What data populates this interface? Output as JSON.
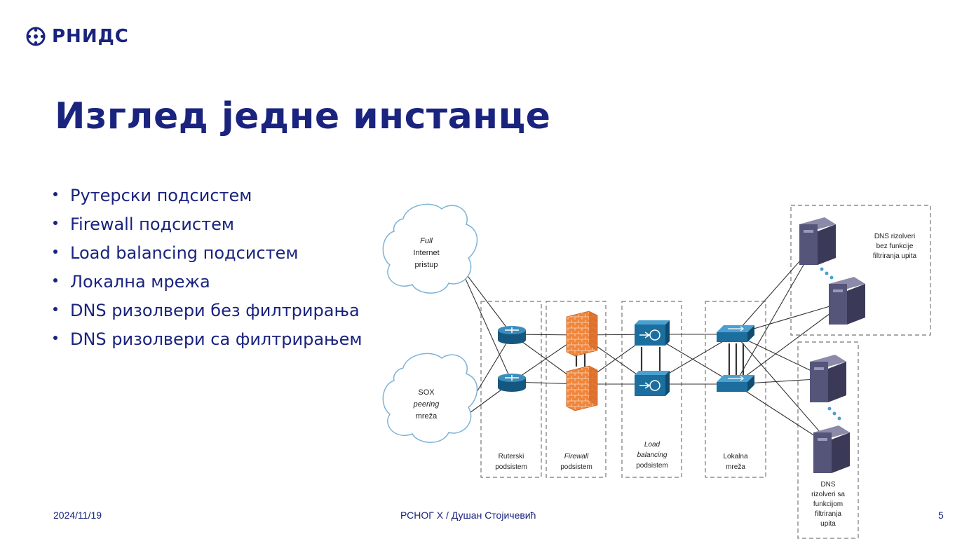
{
  "logo": {
    "text": "РНИДС"
  },
  "title": "Изглед једне инстанце",
  "bullets": [
    "Рутерски подсистем",
    "Firewall подсистем",
    "Load balancing подсистем",
    "Локална мрежа",
    "DNS ризолвери без филтрирања",
    "DNS ризолвери са филтрирањем"
  ],
  "diagram": {
    "cloud_full": [
      "Full",
      "Internet",
      "pristup"
    ],
    "cloud_sox": [
      "SOX",
      "peering",
      "mreža"
    ],
    "box_router": [
      "Ruterski",
      "podsistem"
    ],
    "box_firewall": [
      "Firewall",
      "podsistem"
    ],
    "box_lb": [
      "Load",
      "balancing",
      "podsistem"
    ],
    "box_lan": [
      "Lokalna",
      "mreža"
    ],
    "box_dns_nofilter": [
      "DNS rizolveri",
      "bez funkcije",
      "filtriranja upita"
    ],
    "box_dns_filter": [
      "DNS",
      "rizolveri sa",
      "funkcijom",
      "filtriranja",
      "upita"
    ]
  },
  "colors": {
    "accent": "#1a237e",
    "router": "#1f6f9f",
    "firewall": "#f0853a",
    "server": "#4a4a6e"
  },
  "footer": {
    "date": "2024/11/19",
    "center": "РСНОГ X / Душан Стојичевић",
    "page": "5"
  }
}
